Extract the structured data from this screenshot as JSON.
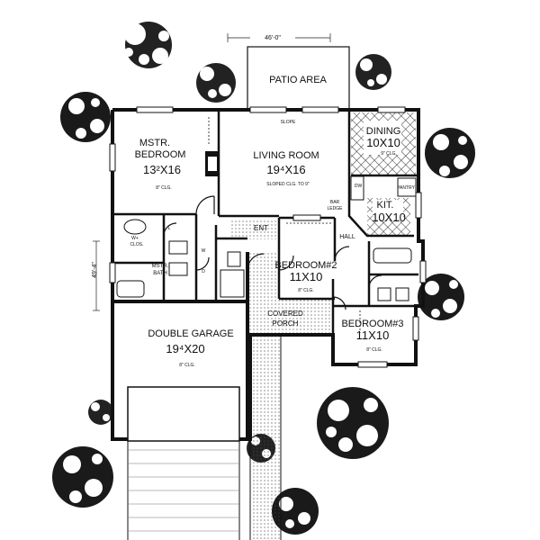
{
  "dimensions": {
    "width": "46'-0\"",
    "depth": "49'-4\""
  },
  "rooms": {
    "patio": {
      "name": "PATIO AREA"
    },
    "master_bedroom": {
      "name_line1": "MSTR.",
      "name_line2": "BEDROOM",
      "size": "13²X16",
      "ceiling": "8\" CLG."
    },
    "living_room": {
      "name": "LIVING ROOM",
      "size": "19⁴X16",
      "ceiling": "SLOPED CLG. TO 9\""
    },
    "dining": {
      "name": "DINING",
      "size": "10X10",
      "ceiling": "9\" CLG."
    },
    "kitchen": {
      "name": "KIT.",
      "size": "10X10"
    },
    "bedroom2": {
      "name": "BEDROOM#2",
      "size": "11X10",
      "ceiling": "8\" CLG."
    },
    "bedroom3": {
      "name": "BEDROOM#3",
      "size": "11X10",
      "ceiling": "8\" CLG."
    },
    "garage": {
      "name": "DOUBLE GARAGE",
      "size": "19⁴X20",
      "ceiling": "8\" CLG."
    },
    "porch": {
      "name_line1": "COVERED",
      "name_line2": "PORCH"
    },
    "master_bath": {
      "name_line1": "MSTR.",
      "name_line2": "BATH"
    }
  },
  "labels": {
    "slope": "SLOPE",
    "bar_ledge_1": "BAR",
    "bar_ledge_2": "LEDGE",
    "hall": "HALL",
    "entry": "ENT",
    "wic_1": "W+",
    "wic_2": "CLOS.",
    "dw": "DW",
    "pantry": "PANTRY",
    "linen": "L",
    "wh": "W",
    "dryer": "D"
  }
}
